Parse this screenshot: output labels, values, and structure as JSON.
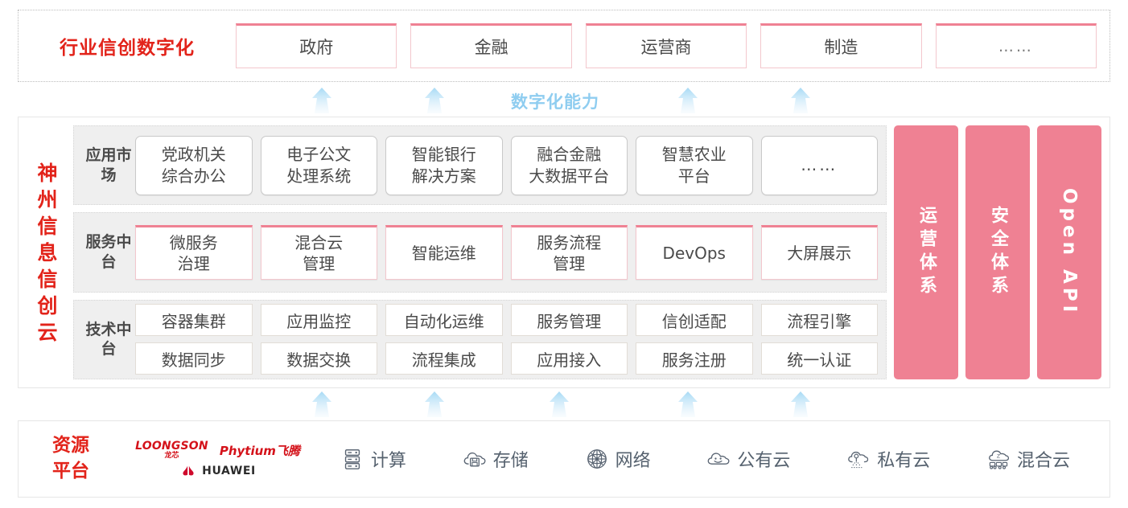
{
  "industry": {
    "title": "行业信创数字化",
    "boxes": [
      {
        "label": "政府"
      },
      {
        "label": "金融"
      },
      {
        "label": "运营商"
      },
      {
        "label": "制造"
      },
      {
        "label": "……"
      }
    ]
  },
  "capability": {
    "label": "数字化能力",
    "arrow_count_top": 4,
    "arrow_count_bottom": 5
  },
  "cloud": {
    "title": "神州信息信创云",
    "layers": [
      {
        "label": "应用市场",
        "style": "app",
        "items": [
          {
            "label": "党政机关\n综合办公"
          },
          {
            "label": "电子公文\n处理系统"
          },
          {
            "label": "智能银行\n解决方案"
          },
          {
            "label": "融合金融\n大数据平台"
          },
          {
            "label": "智慧农业\n平台"
          },
          {
            "label": "……"
          }
        ]
      },
      {
        "label": "服务中台",
        "style": "service",
        "items": [
          {
            "label": "微服务\n治理"
          },
          {
            "label": "混合云\n管理"
          },
          {
            "label": "智能运维"
          },
          {
            "label": "服务流程\n管理"
          },
          {
            "label": "DevOps"
          },
          {
            "label": "大屏展示"
          }
        ]
      },
      {
        "label": "技术中台",
        "style": "tech",
        "rows": [
          [
            "容器集群",
            "应用监控",
            "自动化运维",
            "服务管理",
            "信创适配",
            "流程引擎"
          ],
          [
            "数据同步",
            "数据交换",
            "流程集成",
            "应用接入",
            "服务注册",
            "统一认证"
          ]
        ]
      }
    ],
    "side_bars": [
      {
        "label": "运营体系",
        "kind": "cn"
      },
      {
        "label": "安全体系",
        "kind": "cn"
      },
      {
        "label": "Open API",
        "kind": "en"
      }
    ]
  },
  "resource": {
    "title": "资源平台",
    "vendors": [
      {
        "name": "LOONGSON",
        "sub": "龙芯",
        "kind": "loongson"
      },
      {
        "name": "Phytium飞腾",
        "kind": "phytium"
      },
      {
        "name": "HUAWEI",
        "kind": "huawei"
      }
    ],
    "items": [
      {
        "label": "计算",
        "icon": "server-rack-icon"
      },
      {
        "label": "存储",
        "icon": "cloud-storage-icon"
      },
      {
        "label": "网络",
        "icon": "network-mesh-icon"
      },
      {
        "label": "公有云",
        "icon": "public-cloud-icon"
      },
      {
        "label": "私有云",
        "icon": "private-cloud-icon"
      },
      {
        "label": "混合云",
        "icon": "hybrid-cloud-icon"
      }
    ]
  },
  "colors": {
    "brand_red": "#e2231a",
    "pink": "#ef8193",
    "arrow_blue": "#8fcdf0",
    "panel_gray": "#efefef"
  }
}
